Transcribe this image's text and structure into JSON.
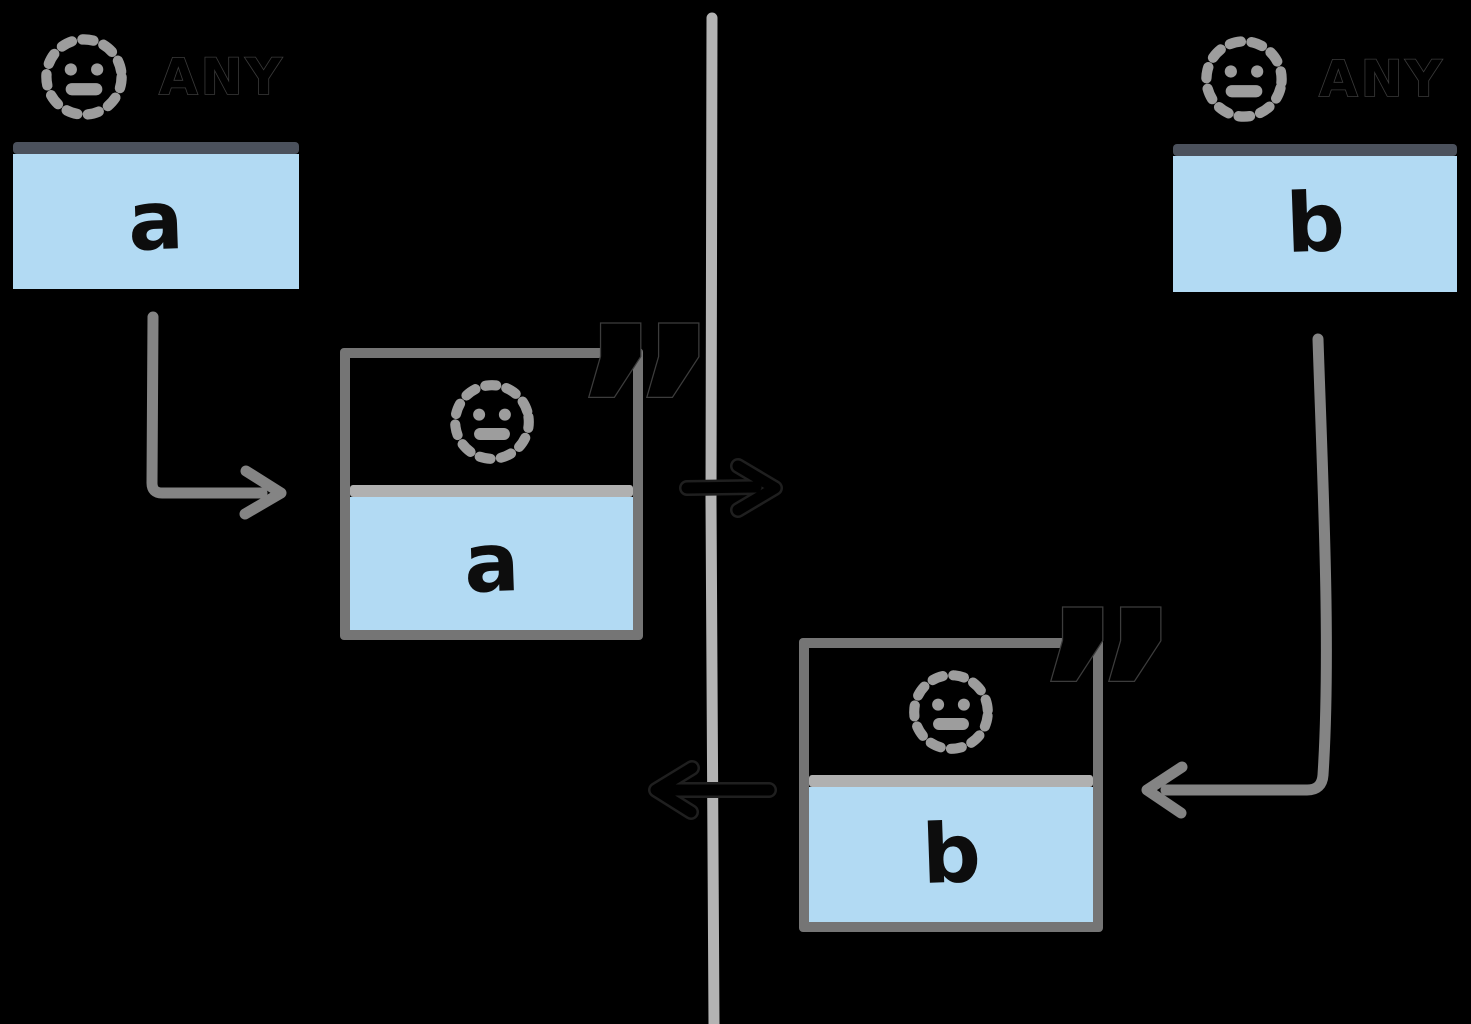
{
  "cards": {
    "source_a": {
      "badge": "ANY",
      "value": "a"
    },
    "source_b": {
      "badge": "ANY",
      "value": "b"
    },
    "quoted_a": {
      "value": "a",
      "quote_mark": "”"
    },
    "quoted_b": {
      "value": "b",
      "quote_mark": "”"
    }
  },
  "icons": {
    "face_icon": "dashed-circle-smiley-face",
    "quote_icon": "”",
    "arrow_right_icon": "→",
    "arrow_left_icon": "←"
  },
  "arrows": [
    {
      "from": "source_a",
      "to": "quoted_a",
      "style": "elbow",
      "color": "#848484"
    },
    {
      "from": "quoted_a",
      "direction": "right-across-divider",
      "color": "#000000"
    },
    {
      "from": "source_b",
      "to": "quoted_b",
      "style": "elbow",
      "color": "#848484"
    },
    {
      "from": "quoted_b",
      "direction": "left-across-divider",
      "color": "#000000"
    }
  ],
  "colors": {
    "background": "#000000",
    "value_fill": "#b2daf3",
    "header_fill": "#000000",
    "source_separator": "#4b515c",
    "quoted_border": "#757575",
    "quoted_separator": "#b0b0b0",
    "divider_line": "#b3b3b3",
    "arrow_gray": "#848484",
    "arrow_black": "#000000",
    "face_icon_gray": "#9d9d9d",
    "text_black": "#0d0d0d"
  }
}
